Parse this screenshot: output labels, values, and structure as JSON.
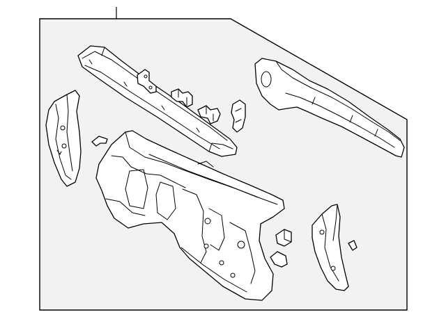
{
  "diagram": {
    "type": "exploded-parts-illustration",
    "background": "#f2f2f2",
    "line_color": "#000000",
    "parts": [
      "cowl-top-panel",
      "upper-bracket-1",
      "upper-bracket-2",
      "upper-bracket-3",
      "upper-bracket-4",
      "left-side-bracket",
      "small-clip-left",
      "dash-panel",
      "right-upper-reinforcement",
      "lower-right-bracket",
      "small-retainer-1",
      "small-retainer-2",
      "small-clip-right"
    ]
  }
}
